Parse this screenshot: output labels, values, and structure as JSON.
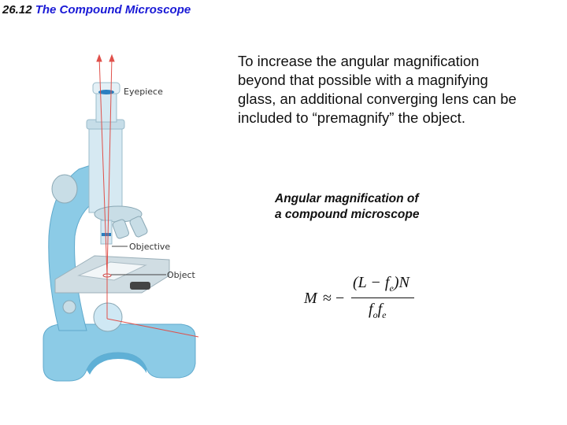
{
  "header": {
    "number": "26.12",
    "title": "The Compound Microscope",
    "title_color": "#1a1ad6"
  },
  "body_text": "To increase the angular magnification beyond that possible with a magnifying glass, an additional converging lens can be included to “premagnify” the object.",
  "caption": {
    "line1": "Angular magnification of",
    "line2": "a compound microscope"
  },
  "formula": {
    "lhs": "M",
    "relation": "≈ −",
    "numerator": "(L − f",
    "numerator_sub": "e",
    "numerator_tail": ")N",
    "denominator_f1": "f",
    "denominator_sub1": "o",
    "denominator_f2": "f",
    "denominator_sub2": "e"
  },
  "figure": {
    "labels": {
      "eyepiece": "Eyepiece",
      "objective": "Objective",
      "object": "Object"
    },
    "colors": {
      "body": "#8ccbe6",
      "body_dark": "#5fb0d6",
      "tube": "#d6e9f2",
      "ray": "#e0504a"
    }
  }
}
